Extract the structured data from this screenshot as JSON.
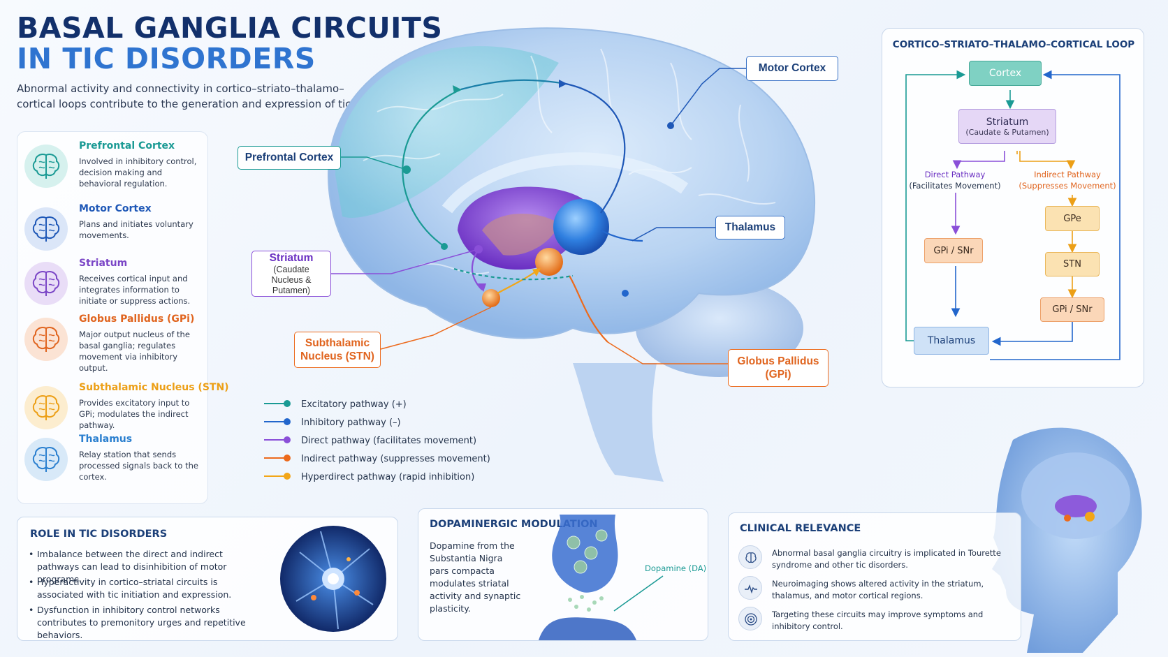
{
  "header": {
    "title_line1": "BASAL GANGLIA CIRCUITS",
    "title_line2": "IN TIC DISORDERS",
    "subtitle": "Abnormal activity and connectivity in cortico–striato–thalamo–cortical loops contribute to the generation and expression of tics."
  },
  "regions": [
    {
      "name": "Prefrontal Cortex",
      "desc": "Involved in inhibitory control, decision making and behavioral regulation.",
      "color": "#1a9a94",
      "bg": "#d6f1ee",
      "icon": "brain-icon"
    },
    {
      "name": "Motor Cortex",
      "desc": "Plans and initiates voluntary movements.",
      "color": "#1f58b7",
      "bg": "#dbe6f8",
      "icon": "brain-icon"
    },
    {
      "name": "Striatum",
      "desc": "Receives cortical input and integrates information to initiate or suppress actions.",
      "color": "#7a45c6",
      "bg": "#e9ddf7",
      "icon": "brain-icon"
    },
    {
      "name": "Globus Pallidus (GPi)",
      "desc": "Major output nucleus of the basal ganglia; regulates movement via inhibitory output.",
      "color": "#e0641e",
      "bg": "#fbe3d4",
      "icon": "brain-icon"
    },
    {
      "name": "Subthalamic Nucleus (STN)",
      "desc": "Provides excitatory input to GPi; modulates the indirect pathway.",
      "color": "#ec9f16",
      "bg": "#fcedcf",
      "icon": "brain-icon"
    },
    {
      "name": "Thalamus",
      "desc": "Relay station that sends processed signals back to the cortex.",
      "color": "#2a7fcf",
      "bg": "#d8e9f8",
      "icon": "brain-icon"
    }
  ],
  "brain_labels": {
    "motor_cortex": "Motor Cortex",
    "prefrontal_cortex": "Prefrontal Cortex",
    "thalamus": "Thalamus",
    "striatum": "Striatum",
    "striatum_sub": "(Caudate Nucleus & Putamen)",
    "stn": "Subthalamic Nucleus (STN)",
    "gpi": "Globus Pallidus (GPi)"
  },
  "legend": [
    {
      "label": "Excitatory pathway (+)",
      "color": "#1a9a94"
    },
    {
      "label": "Inhibitory pathway (–)",
      "color": "#2266cc"
    },
    {
      "label": "Direct pathway (facilitates movement)",
      "color": "#8a4fd8"
    },
    {
      "label": "Indirect pathway (suppresses movement)",
      "color": "#ec6a1c"
    },
    {
      "label": "Hyperdirect pathway (rapid inhibition)",
      "color": "#f2a618"
    }
  ],
  "loop": {
    "title": "CORTICO–STRIATO–THALAMO–CORTICAL LOOP",
    "cortex": "Cortex",
    "striatum": "Striatum",
    "striatum_sub": "(Caudate & Putamen)",
    "direct_label": "Direct Pathway",
    "direct_sub": "(Facilitates Movement)",
    "indirect_label": "Indirect Pathway",
    "indirect_sub": "(Suppresses Movement)",
    "gpi_snr_left": "GPi / SNr",
    "gpe": "GPe",
    "stn": "STN",
    "gpi_snr_right": "GPi / SNr",
    "thalamus": "Thalamus"
  },
  "role": {
    "title": "ROLE IN TIC DISORDERS",
    "bullets": [
      "Imbalance between the direct and indirect pathways can lead to disinhibition of motor programs.",
      "Hyperactivity in cortico–striatal circuits is associated with tic initiation and expression.",
      "Dysfunction in inhibitory control networks contributes to premonitory urges and repetitive behaviors."
    ]
  },
  "dopamine": {
    "title": "DOPAMINERGIC MODULATION",
    "text": "Dopamine from the Substantia Nigra pars compacta modulates striatal activity and synaptic plasticity.",
    "label": "Dopamine (DA)"
  },
  "clinical": {
    "title": "CLINICAL RELEVANCE",
    "items": [
      {
        "icon": "brain-icon",
        "text": "Abnormal basal ganglia circuitry is implicated in Tourette syndrome and other tic disorders."
      },
      {
        "icon": "pulse-icon",
        "text": "Neuroimaging shows altered activity in the striatum, thalamus, and motor cortical regions."
      },
      {
        "icon": "target-icon",
        "text": "Targeting these circuits may improve symptoms and inhibitory control."
      }
    ]
  }
}
